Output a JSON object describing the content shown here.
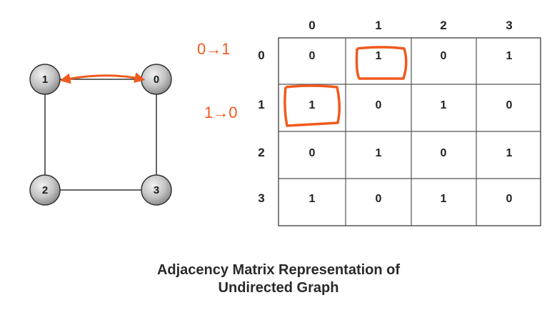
{
  "graph": {
    "nodes": [
      {
        "id": "0",
        "label": "0"
      },
      {
        "id": "1",
        "label": "1"
      },
      {
        "id": "2",
        "label": "2"
      },
      {
        "id": "3",
        "label": "3"
      }
    ],
    "edges": [
      [
        "1",
        "0"
      ],
      [
        "1",
        "2"
      ],
      [
        "0",
        "3"
      ],
      [
        "2",
        "3"
      ]
    ],
    "highlighted_edge": [
      "1",
      "0"
    ]
  },
  "matrix": {
    "column_headers": [
      "0",
      "1",
      "2",
      "3"
    ],
    "row_headers": [
      "0",
      "1",
      "2",
      "3"
    ],
    "rows": [
      [
        "0",
        "1",
        "0",
        "1"
      ],
      [
        "1",
        "0",
        "1",
        "0"
      ],
      [
        "0",
        "1",
        "0",
        "1"
      ],
      [
        "1",
        "0",
        "1",
        "0"
      ]
    ],
    "highlighted_cells": [
      [
        0,
        1
      ],
      [
        1,
        0
      ]
    ]
  },
  "annotations": [
    {
      "text": "0→1",
      "row": 0
    },
    {
      "text": "1→0",
      "row": 1
    }
  ],
  "caption": {
    "line1": "Adjacency Matrix Representation of",
    "line2": "Undirected Graph"
  },
  "colors": {
    "annotation": "#f05a1e",
    "node_fill_light": "#e6e6e6",
    "node_fill_dark": "#9a9a9a",
    "grid": "#555555"
  }
}
